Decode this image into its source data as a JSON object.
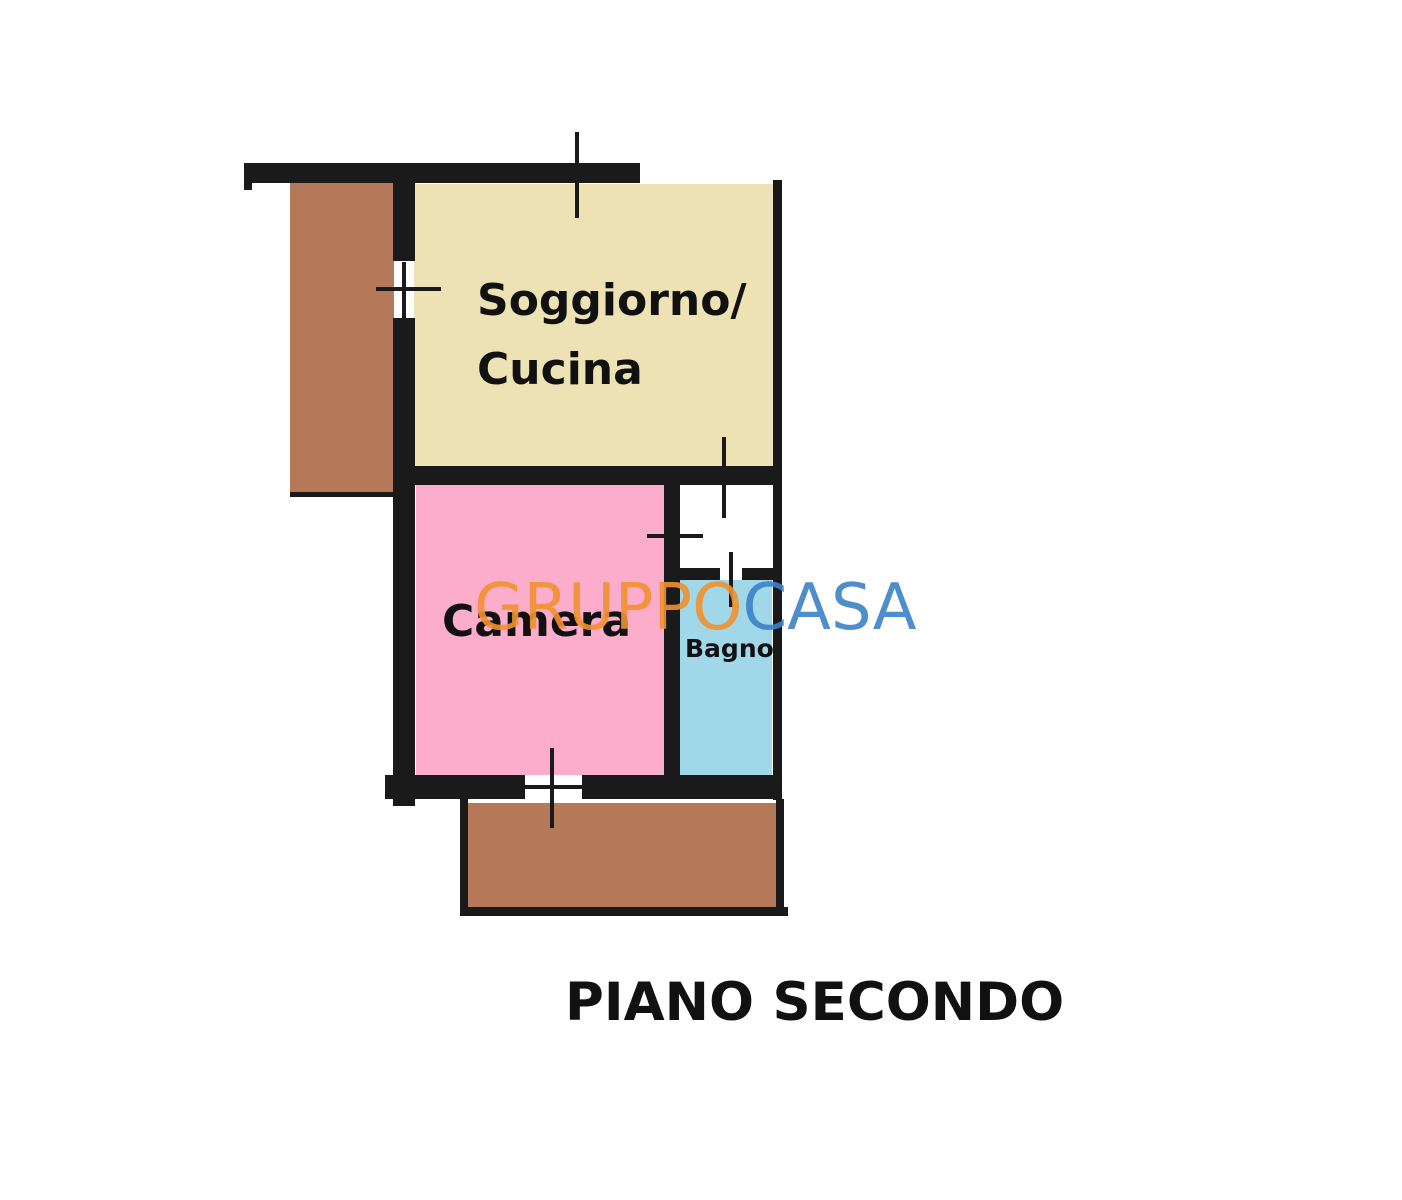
{
  "rooms": {
    "living": {
      "line1": "Soggiorno/",
      "line2": "Cucina"
    },
    "bedroom": {
      "label": "Camera"
    },
    "bathroom": {
      "label": "Bagno"
    }
  },
  "floor_label": "PIANO SECONDO",
  "watermark": {
    "part1": "GRUPPO",
    "part2": "CASA"
  },
  "colors": {
    "living": "#ede2b3",
    "bedroom": "#fcadcc",
    "bathroom": "#a0d8ea",
    "balcony": "#b5795a",
    "wall": "#1a1a1a",
    "watermark_part1": "#f0922e",
    "watermark_part2": "#3b82c8"
  }
}
